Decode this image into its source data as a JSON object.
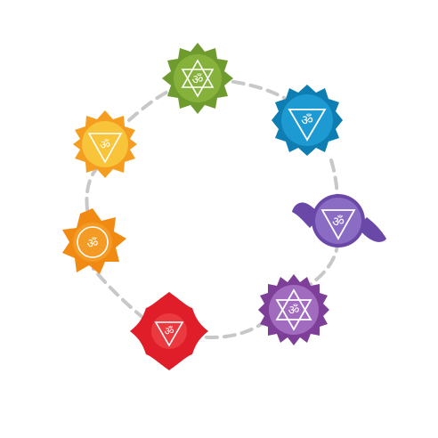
{
  "scene": {
    "background": "#ffffff",
    "path_color": "#c8c8c8",
    "symbols": [
      {
        "name": "crown",
        "color": "#7a9a3a",
        "petals": 16,
        "syllable": "ॐ"
      },
      {
        "name": "third-eye",
        "color": "#1a8fc4",
        "petals": 12,
        "syllable": "ॐ"
      },
      {
        "name": "throat",
        "color": "#7252b0",
        "petals": 2,
        "syllable": "ॐ"
      },
      {
        "name": "heart",
        "color": "#8e4fa8",
        "petals": 16,
        "syllable": "ॐ"
      },
      {
        "name": "root",
        "color": "#e01e2a",
        "petals": 4,
        "syllable": "ॐ"
      },
      {
        "name": "sacral",
        "color": "#f08a12",
        "petals": 6,
        "syllable": "ॐ"
      },
      {
        "name": "solar-plexus",
        "color": "#f5a623",
        "petals": 10,
        "syllable": "ॐ"
      }
    ]
  }
}
